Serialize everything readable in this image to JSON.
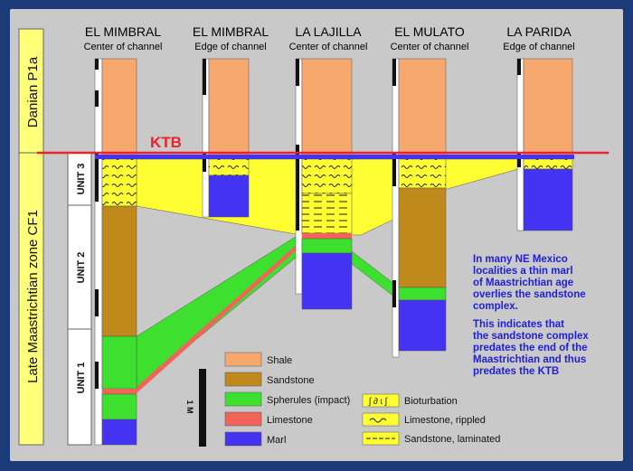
{
  "columns": [
    {
      "name": "EL MIMBRAL",
      "position": "Center of channel"
    },
    {
      "name": "EL MIMBRAL",
      "position": "Edge of channel"
    },
    {
      "name": "LA LAJILLA",
      "position": "Center of channel"
    },
    {
      "name": "EL MULATO",
      "position": "Center of channel"
    },
    {
      "name": "LA PARIDA",
      "position": "Edge of channel"
    }
  ],
  "ktb_label": "KTB",
  "side_labels": {
    "upper": "Danian P1a",
    "lower": "Late Maastrichtian zone CF1"
  },
  "units": [
    "UNIT 3",
    "UNIT 2",
    "UNIT 1"
  ],
  "scale_label": "1 M",
  "legend": {
    "swatches": [
      {
        "label": "Shale",
        "color": "#f7a86e"
      },
      {
        "label": "Sandstone",
        "color": "#bf8a1b"
      },
      {
        "label": "Spherules (impact)",
        "color": "#3de02e"
      },
      {
        "label": "Limestone",
        "color": "#f0655a"
      },
      {
        "label": "Marl",
        "color": "#4433f2"
      }
    ],
    "patterns": [
      {
        "label": "Bioturbation"
      },
      {
        "label": "Limestone, rippled"
      },
      {
        "label": "Sandstone, laminated"
      }
    ]
  },
  "note": {
    "paragraph1": [
      "In many NE Mexico",
      "localities a thin marl",
      "of Maastrichtian age",
      "overlies the sandstone",
      "complex."
    ],
    "paragraph2": [
      "This indicates that",
      "the sandstone complex",
      "predates the end of the",
      "Maastrichtian and thus",
      "predates the KTB"
    ],
    "color": "#1f1fd6"
  },
  "colors": {
    "shale": "#f7a86e",
    "sandstone": "#bf8a1b",
    "spherules": "#3de02e",
    "limestone": "#f0655a",
    "marl": "#4433f2",
    "yellow_wedge": "#ffff33",
    "ktb_line": "#e8232a"
  }
}
